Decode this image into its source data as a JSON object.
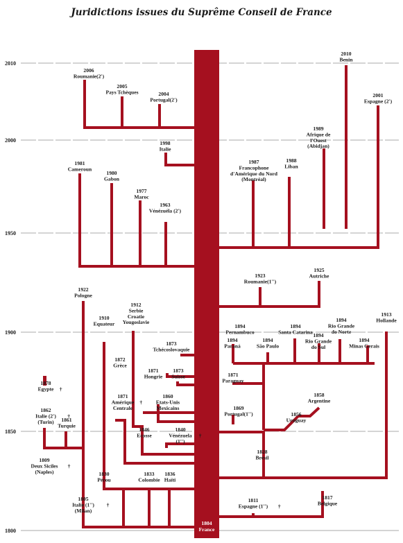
{
  "title": "Juridictions issues du Suprême Conseil de France",
  "years": [
    "2010",
    "2000",
    "1950",
    "1900",
    "1850",
    "1800"
  ],
  "root": {
    "year": "1804",
    "name": "France"
  },
  "colors": {
    "branch": "#a5101f",
    "text": "#1a1a1a",
    "gridline": "#555555"
  },
  "nodes": [
    {
      "id": "roumanie2",
      "lines": [
        "2006",
        "Roumanie(2')"
      ]
    },
    {
      "id": "paystch",
      "lines": [
        "2005",
        "Pays Tchèques"
      ]
    },
    {
      "id": "portugal2",
      "lines": [
        "2004",
        "Portugal(2')"
      ]
    },
    {
      "id": "italie1998",
      "lines": [
        "1998",
        "Italie"
      ]
    },
    {
      "id": "cameroun",
      "lines": [
        "1981",
        "Cameroun"
      ]
    },
    {
      "id": "gabon",
      "lines": [
        "1980",
        "Gabon"
      ]
    },
    {
      "id": "maroc",
      "lines": [
        "1977",
        "Maroc"
      ]
    },
    {
      "id": "venezuela2",
      "lines": [
        "1963",
        "Vénézuéla (2')"
      ]
    },
    {
      "id": "benin",
      "lines": [
        "2010",
        "Benin"
      ]
    },
    {
      "id": "espagne2",
      "lines": [
        "2001",
        "Espagne (2')"
      ]
    },
    {
      "id": "afrique",
      "lines": [
        "1989",
        "Afrique de",
        "l'Ouest",
        "(Abidjan)"
      ]
    },
    {
      "id": "liban",
      "lines": [
        "1988",
        "Liban"
      ]
    },
    {
      "id": "francophone",
      "lines": [
        "1987",
        "Francophone",
        "d'Amérique du Nord",
        "(Montréal)"
      ]
    },
    {
      "id": "roumanie1",
      "lines": [
        "1923",
        "Roumanie(1'')"
      ]
    },
    {
      "id": "autriche",
      "lines": [
        "1925",
        "Autriche"
      ]
    },
    {
      "id": "pologne",
      "lines": [
        "1922",
        "Pologne"
      ]
    },
    {
      "id": "equateur",
      "lines": [
        "1910",
        "Equateur"
      ]
    },
    {
      "id": "serbie",
      "lines": [
        "1912",
        "Serbie",
        "Croatie",
        "Yougoslavie"
      ]
    },
    {
      "id": "tchecoslovaquie",
      "lines": [
        "1873",
        "Tchécoslovaquie"
      ]
    },
    {
      "id": "grece",
      "lines": [
        "1872",
        "Grèce"
      ]
    },
    {
      "id": "hongrie",
      "lines": [
        "1871",
        "Hongrie"
      ]
    },
    {
      "id": "suisse",
      "lines": [
        "1873",
        "Suisse"
      ]
    },
    {
      "id": "egypte",
      "lines": [
        "1878",
        "Egypte"
      ],
      "dagger": "†"
    },
    {
      "id": "amerique",
      "lines": [
        "1871",
        "Amérique",
        "Centrale"
      ],
      "dagger": "†"
    },
    {
      "id": "mexique",
      "lines": [
        "1860",
        "Etats-Unis",
        "Mexicains"
      ]
    },
    {
      "id": "italie2",
      "lines": [
        "1862",
        "Italie (2')",
        "(Turin)"
      ],
      "dagger": "†"
    },
    {
      "id": "turquie",
      "lines": [
        "1861",
        "Turquie"
      ]
    },
    {
      "id": "ecosse",
      "lines": [
        "1846",
        "Ecosse"
      ]
    },
    {
      "id": "venezuela1",
      "lines": [
        "1840",
        "Vénézuela",
        "(1'')"
      ],
      "dagger": "†"
    },
    {
      "id": "deuxsiciles",
      "lines": [
        "1809",
        "Deux Siciles",
        "(Naples)"
      ],
      "dagger": "†"
    },
    {
      "id": "perou",
      "lines": [
        "1830",
        "Pérou"
      ]
    },
    {
      "id": "colombie",
      "lines": [
        "1833",
        "Colombie"
      ]
    },
    {
      "id": "haiti",
      "lines": [
        "1836",
        "Haïti"
      ]
    },
    {
      "id": "italie1",
      "lines": [
        "1805",
        "Italie (1'')",
        "(Milan)"
      ],
      "dagger": "†"
    },
    {
      "id": "espagne1",
      "lines": [
        "1811",
        "Espagne (1'')"
      ],
      "dagger": "†"
    },
    {
      "id": "belgique",
      "lines": [
        "1817",
        "Belgique"
      ]
    },
    {
      "id": "hollande",
      "lines": [
        "1913",
        "Hollande"
      ]
    },
    {
      "id": "bresil",
      "lines": [
        "1828",
        "Brésil"
      ]
    },
    {
      "id": "portugal1",
      "lines": [
        "1869",
        "Portugal(1'')"
      ]
    },
    {
      "id": "paraguay",
      "lines": [
        "1871",
        "Paraguay"
      ]
    },
    {
      "id": "uruguay",
      "lines": [
        "1856",
        "Uruguay"
      ]
    },
    {
      "id": "argentine",
      "lines": [
        "1858",
        "Argentine"
      ]
    },
    {
      "id": "pernambuco",
      "lines": [
        "1894",
        "Pernambuco"
      ]
    },
    {
      "id": "santacatarina",
      "lines": [
        "1894",
        "Santa Catarina"
      ]
    },
    {
      "id": "riograndenorte",
      "lines": [
        "1894",
        "Rio Grande",
        "do Norte"
      ]
    },
    {
      "id": "parana",
      "lines": [
        "1894",
        "Paraná"
      ]
    },
    {
      "id": "saopaulo",
      "lines": [
        "1894",
        "São Paulo"
      ]
    },
    {
      "id": "riograndesul",
      "lines": [
        "1894",
        "Rio Grande",
        "do Sul"
      ]
    },
    {
      "id": "minasgerais",
      "lines": [
        "1894",
        "Minas Gerais"
      ]
    }
  ]
}
